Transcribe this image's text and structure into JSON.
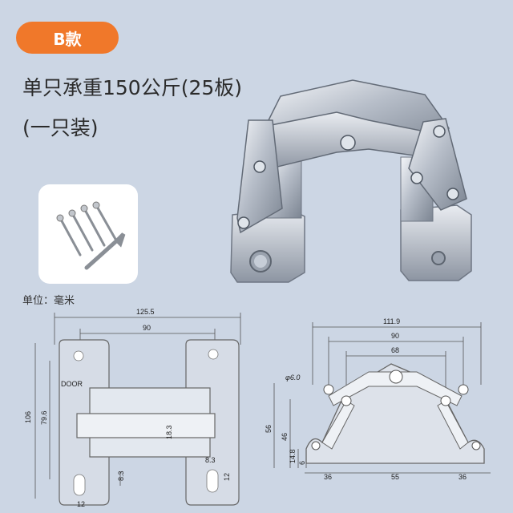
{
  "badge": {
    "label": "B款",
    "color": "#f0782a"
  },
  "title": {
    "line1": "单只承重150公斤(25板)",
    "line2": "(一只装)"
  },
  "unit_label": "单位：毫米",
  "left_drawing": {
    "door_label": "DOOR",
    "dims": {
      "overall_width": "125.5",
      "inner_width": "90",
      "height_outer": "106",
      "height_inner": "79.6",
      "body_thickness": "18.3",
      "slot_width": "8.3",
      "slot_height": "12",
      "bottom_offset": "8.3",
      "slot_base": "12"
    }
  },
  "right_drawing": {
    "dims": {
      "overall_width": "111.9",
      "width_90": "90",
      "width_68": "68",
      "hole_dia": "φ6.0",
      "height_56": "56",
      "height_46": "46",
      "height_14_8": "14.8",
      "height_6": "6",
      "seg_left": "36",
      "seg_mid": "55",
      "seg_right": "36"
    }
  }
}
